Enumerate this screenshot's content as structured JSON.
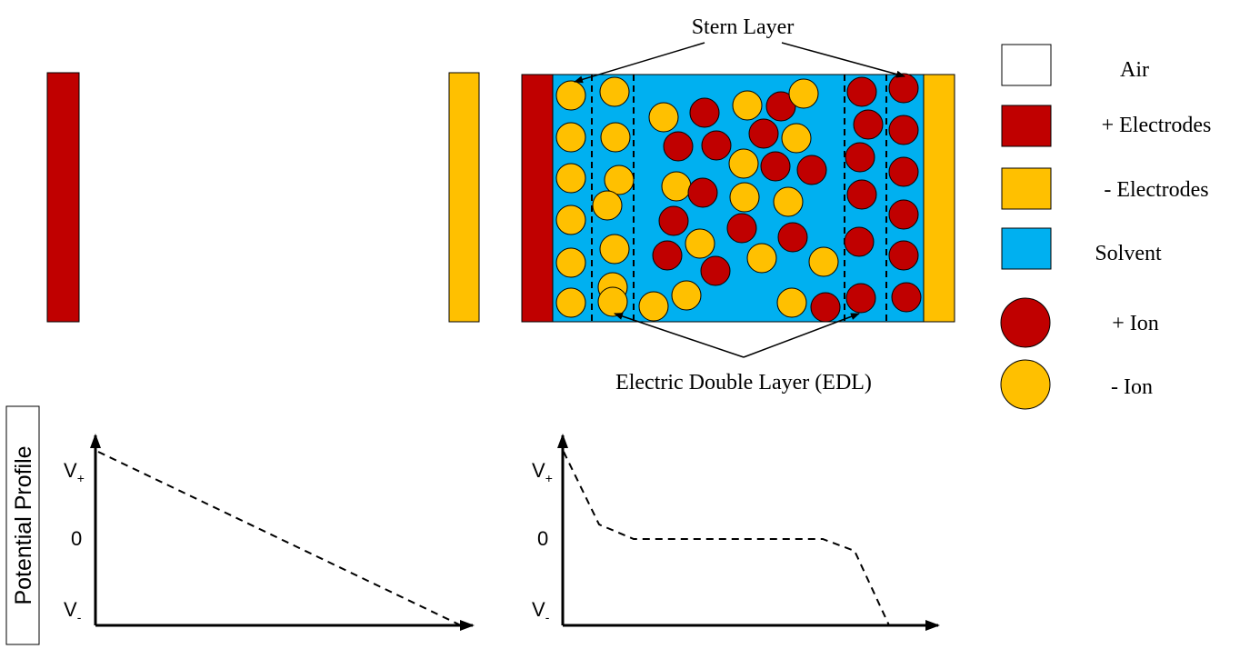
{
  "colors": {
    "positive_electrode": "#C00000",
    "negative_electrode": "#FFC000",
    "solvent": "#00B0F0",
    "air": "#FFFFFF",
    "positive_ion": "#C00000",
    "negative_ion": "#FFC000"
  },
  "labels": {
    "stern_layer": "Stern Layer",
    "edl": "Electric Double Layer (EDL)",
    "potential_profile": "Potential Profile"
  },
  "legend": {
    "items": [
      {
        "key": "air",
        "label": "Air",
        "shape": "square",
        "color": "#FFFFFF"
      },
      {
        "key": "pos_electrode",
        "label": "+ Electrodes",
        "shape": "square",
        "color": "#C00000"
      },
      {
        "key": "neg_electrode",
        "label": "- Electrodes",
        "shape": "square",
        "color": "#FFC000"
      },
      {
        "key": "solvent",
        "label": "Solvent",
        "shape": "square",
        "color": "#00B0F0"
      },
      {
        "key": "pos_ion",
        "label": "+ Ion",
        "shape": "circle",
        "color": "#C00000"
      },
      {
        "key": "neg_ion",
        "label": "- Ion",
        "shape": "circle",
        "color": "#FFC000"
      }
    ]
  },
  "plots": {
    "left": {
      "tick_vplus": "V",
      "tick_vplus_sub": "+",
      "tick_zero": "0",
      "tick_vminus": "V",
      "tick_vminus_sub": "-"
    },
    "right": {
      "tick_vplus": "V",
      "tick_vplus_sub": "+",
      "tick_zero": "0",
      "tick_vminus": "V",
      "tick_vminus_sub": "-"
    }
  }
}
